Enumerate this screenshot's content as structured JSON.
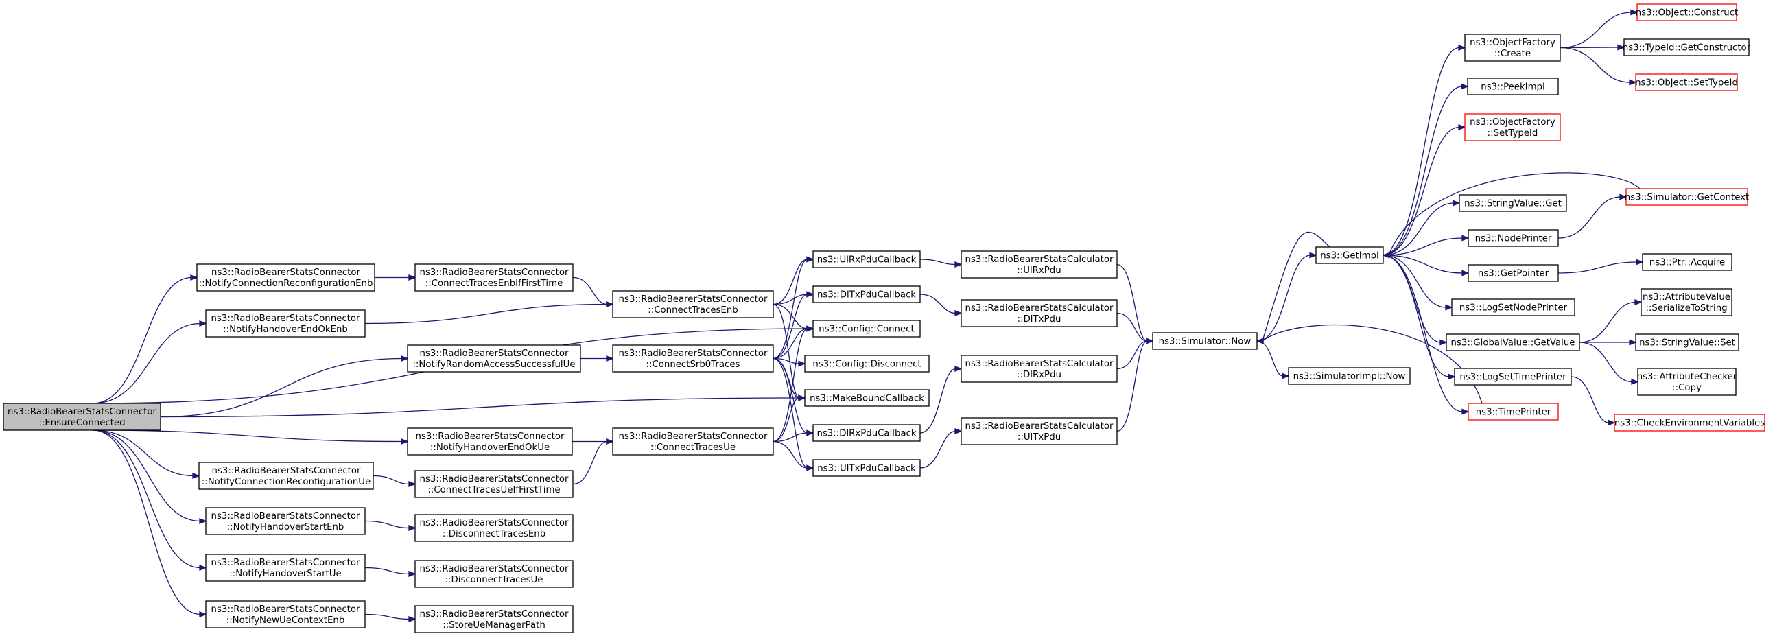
{
  "diagram": {
    "type": "call-graph",
    "nodes": [
      {
        "id": "root",
        "lines": [
          "ns3::RadioBearerStatsConnector",
          "::EnsureConnected"
        ],
        "style": "root"
      },
      {
        "id": "nConnRecEnb",
        "lines": [
          "ns3::RadioBearerStatsConnector",
          "::NotifyConnectionReconfigurationEnb"
        ],
        "style": "normal"
      },
      {
        "id": "nHoEndOkEnb",
        "lines": [
          "ns3::RadioBearerStatsConnector",
          "::NotifyHandoverEndOkEnb"
        ],
        "style": "normal"
      },
      {
        "id": "nRandAcc",
        "lines": [
          "ns3::RadioBearerStatsConnector",
          "::NotifyRandomAccessSuccessfulUe"
        ],
        "style": "normal"
      },
      {
        "id": "nHoEndOkUe",
        "lines": [
          "ns3::RadioBearerStatsConnector",
          "::NotifyHandoverEndOkUe"
        ],
        "style": "normal"
      },
      {
        "id": "nConnRecUe",
        "lines": [
          "ns3::RadioBearerStatsConnector",
          "::NotifyConnectionReconfigurationUe"
        ],
        "style": "normal"
      },
      {
        "id": "nHoStartEnb",
        "lines": [
          "ns3::RadioBearerStatsConnector",
          "::NotifyHandoverStartEnb"
        ],
        "style": "normal"
      },
      {
        "id": "nHoStartUe",
        "lines": [
          "ns3::RadioBearerStatsConnector",
          "::NotifyHandoverStartUe"
        ],
        "style": "normal"
      },
      {
        "id": "nNewUeCtx",
        "lines": [
          "ns3::RadioBearerStatsConnector",
          "::NotifyNewUeContextEnb"
        ],
        "style": "normal"
      },
      {
        "id": "cEnbIfFirst",
        "lines": [
          "ns3::RadioBearerStatsConnector",
          "::ConnectTracesEnbIfFirstTime"
        ],
        "style": "normal"
      },
      {
        "id": "cUeIfFirst",
        "lines": [
          "ns3::RadioBearerStatsConnector",
          "::ConnectTracesUeIfFirstTime"
        ],
        "style": "normal"
      },
      {
        "id": "dEnb",
        "lines": [
          "ns3::RadioBearerStatsConnector",
          "::DisconnectTracesEnb"
        ],
        "style": "normal"
      },
      {
        "id": "dUe",
        "lines": [
          "ns3::RadioBearerStatsConnector",
          "::DisconnectTracesUe"
        ],
        "style": "normal"
      },
      {
        "id": "storeUe",
        "lines": [
          "ns3::RadioBearerStatsConnector",
          "::StoreUeManagerPath"
        ],
        "style": "normal"
      },
      {
        "id": "cEnb",
        "lines": [
          "ns3::RadioBearerStatsConnector",
          "::ConnectTracesEnb"
        ],
        "style": "normal"
      },
      {
        "id": "cSrb0",
        "lines": [
          "ns3::RadioBearerStatsConnector",
          "::ConnectSrb0Traces"
        ],
        "style": "normal"
      },
      {
        "id": "cUe",
        "lines": [
          "ns3::RadioBearerStatsConnector",
          "::ConnectTracesUe"
        ],
        "style": "normal"
      },
      {
        "id": "ulRxCb",
        "lines": [
          "ns3::UlRxPduCallback"
        ],
        "style": "normal"
      },
      {
        "id": "dlTxCb",
        "lines": [
          "ns3::DlTxPduCallback"
        ],
        "style": "normal"
      },
      {
        "id": "cfgConnect",
        "lines": [
          "ns3::Config::Connect"
        ],
        "style": "normal"
      },
      {
        "id": "cfgDisconnect",
        "lines": [
          "ns3::Config::Disconnect"
        ],
        "style": "normal"
      },
      {
        "id": "mkBound",
        "lines": [
          "ns3::MakeBoundCallback"
        ],
        "style": "normal"
      },
      {
        "id": "dlRxCb",
        "lines": [
          "ns3::DlRxPduCallback"
        ],
        "style": "normal"
      },
      {
        "id": "ulTxCb",
        "lines": [
          "ns3::UlTxPduCallback"
        ],
        "style": "normal"
      },
      {
        "id": "calcUlRx",
        "lines": [
          "ns3::RadioBearerStatsCalculator",
          "::UlRxPdu"
        ],
        "style": "normal"
      },
      {
        "id": "calcDlTx",
        "lines": [
          "ns3::RadioBearerStatsCalculator",
          "::DlTxPdu"
        ],
        "style": "normal"
      },
      {
        "id": "calcDlRx",
        "lines": [
          "ns3::RadioBearerStatsCalculator",
          "::DlRxPdu"
        ],
        "style": "normal"
      },
      {
        "id": "calcUlTx",
        "lines": [
          "ns3::RadioBearerStatsCalculator",
          "::UlTxPdu"
        ],
        "style": "normal"
      },
      {
        "id": "simNow",
        "lines": [
          "ns3::Simulator::Now"
        ],
        "style": "normal"
      },
      {
        "id": "simImplNow",
        "lines": [
          "ns3::SimulatorImpl::Now"
        ],
        "style": "normal"
      },
      {
        "id": "getImpl",
        "lines": [
          "ns3::GetImpl"
        ],
        "style": "normal"
      },
      {
        "id": "objFactCreate",
        "lines": [
          "ns3::ObjectFactory",
          "::Create"
        ],
        "style": "normal"
      },
      {
        "id": "peekImpl",
        "lines": [
          "ns3::PeekImpl"
        ],
        "style": "normal"
      },
      {
        "id": "objFactSetTid",
        "lines": [
          "ns3::ObjectFactory",
          "::SetTypeId"
        ],
        "style": "red"
      },
      {
        "id": "strValGet",
        "lines": [
          "ns3::StringValue::Get"
        ],
        "style": "normal"
      },
      {
        "id": "nodePrinter",
        "lines": [
          "ns3::NodePrinter"
        ],
        "style": "normal"
      },
      {
        "id": "getPointer",
        "lines": [
          "ns3::GetPointer"
        ],
        "style": "normal"
      },
      {
        "id": "logSetNode",
        "lines": [
          "ns3::LogSetNodePrinter"
        ],
        "style": "normal"
      },
      {
        "id": "gvGetValue",
        "lines": [
          "ns3::GlobalValue::GetValue"
        ],
        "style": "normal"
      },
      {
        "id": "logSetTime",
        "lines": [
          "ns3::LogSetTimePrinter"
        ],
        "style": "normal"
      },
      {
        "id": "timePrinter",
        "lines": [
          "ns3::TimePrinter"
        ],
        "style": "red"
      },
      {
        "id": "objConstruct",
        "lines": [
          "ns3::Object::Construct"
        ],
        "style": "red"
      },
      {
        "id": "tidGetCtor",
        "lines": [
          "ns3::TypeId::GetConstructor"
        ],
        "style": "normal"
      },
      {
        "id": "objSetTid",
        "lines": [
          "ns3::Object::SetTypeId"
        ],
        "style": "red"
      },
      {
        "id": "simGetCtx",
        "lines": [
          "ns3::Simulator::GetContext"
        ],
        "style": "red"
      },
      {
        "id": "ptrAcquire",
        "lines": [
          "ns3::Ptr::Acquire"
        ],
        "style": "normal"
      },
      {
        "id": "attrValSer",
        "lines": [
          "ns3::AttributeValue",
          "::SerializeToString"
        ],
        "style": "normal"
      },
      {
        "id": "strValSet",
        "lines": [
          "ns3::StringValue::Set"
        ],
        "style": "normal"
      },
      {
        "id": "attrChkCopy",
        "lines": [
          "ns3::AttributeChecker",
          "::Copy"
        ],
        "style": "normal"
      },
      {
        "id": "checkEnv",
        "lines": [
          "ns3::CheckEnvironmentVariables"
        ],
        "style": "red"
      }
    ],
    "edges": [
      [
        "root",
        "nConnRecEnb"
      ],
      [
        "root",
        "nHoEndOkEnb"
      ],
      [
        "root",
        "nRandAcc"
      ],
      [
        "root",
        "nHoEndOkUe"
      ],
      [
        "root",
        "nConnRecUe"
      ],
      [
        "root",
        "nHoStartEnb"
      ],
      [
        "root",
        "nHoStartUe"
      ],
      [
        "root",
        "nNewUeCtx"
      ],
      [
        "root",
        "cfgConnect"
      ],
      [
        "root",
        "mkBound"
      ],
      [
        "nConnRecEnb",
        "cEnbIfFirst"
      ],
      [
        "cEnbIfFirst",
        "cEnb"
      ],
      [
        "nHoEndOkEnb",
        "cEnb"
      ],
      [
        "nRandAcc",
        "cSrb0"
      ],
      [
        "nHoEndOkUe",
        "cUe"
      ],
      [
        "nConnRecUe",
        "cUeIfFirst"
      ],
      [
        "cUeIfFirst",
        "cUe"
      ],
      [
        "nHoStartEnb",
        "dEnb"
      ],
      [
        "nHoStartUe",
        "dUe"
      ],
      [
        "nNewUeCtx",
        "storeUe"
      ],
      [
        "cEnb",
        "ulRxCb"
      ],
      [
        "cEnb",
        "dlTxCb"
      ],
      [
        "cEnb",
        "cfgConnect"
      ],
      [
        "cEnb",
        "mkBound"
      ],
      [
        "cSrb0",
        "ulRxCb"
      ],
      [
        "cSrb0",
        "dlTxCb"
      ],
      [
        "cSrb0",
        "cfgConnect"
      ],
      [
        "cSrb0",
        "cfgDisconnect"
      ],
      [
        "cSrb0",
        "mkBound"
      ],
      [
        "cSrb0",
        "dlRxCb"
      ],
      [
        "cSrb0",
        "ulTxCb"
      ],
      [
        "cUe",
        "mkBound"
      ],
      [
        "cUe",
        "dlRxCb"
      ],
      [
        "cUe",
        "ulTxCb"
      ],
      [
        "cUe",
        "cfgConnect"
      ],
      [
        "ulRxCb",
        "calcUlRx"
      ],
      [
        "dlTxCb",
        "calcDlTx"
      ],
      [
        "dlRxCb",
        "calcDlRx"
      ],
      [
        "ulTxCb",
        "calcUlTx"
      ],
      [
        "calcUlRx",
        "simNow"
      ],
      [
        "calcDlTx",
        "simNow"
      ],
      [
        "calcDlRx",
        "simNow"
      ],
      [
        "calcUlTx",
        "simNow"
      ],
      [
        "simNow",
        "getImpl"
      ],
      [
        "simNow",
        "simImplNow"
      ],
      [
        "getImpl",
        "objFactCreate"
      ],
      [
        "getImpl",
        "peekImpl"
      ],
      [
        "getImpl",
        "objFactSetTid"
      ],
      [
        "getImpl",
        "strValGet"
      ],
      [
        "getImpl",
        "nodePrinter"
      ],
      [
        "getImpl",
        "getPointer"
      ],
      [
        "getImpl",
        "logSetNode"
      ],
      [
        "getImpl",
        "gvGetValue"
      ],
      [
        "getImpl",
        "logSetTime"
      ],
      [
        "getImpl",
        "timePrinter"
      ],
      [
        "getImpl",
        "simNow"
      ],
      [
        "objFactCreate",
        "objConstruct"
      ],
      [
        "objFactCreate",
        "tidGetCtor"
      ],
      [
        "objFactCreate",
        "objSetTid"
      ],
      [
        "simGetCtx",
        "getImpl"
      ],
      [
        "nodePrinter",
        "simGetCtx"
      ],
      [
        "getPointer",
        "ptrAcquire"
      ],
      [
        "gvGetValue",
        "attrValSer"
      ],
      [
        "gvGetValue",
        "strValSet"
      ],
      [
        "gvGetValue",
        "attrChkCopy"
      ],
      [
        "logSetTime",
        "checkEnv"
      ],
      [
        "timePrinter",
        "simNow"
      ]
    ]
  }
}
